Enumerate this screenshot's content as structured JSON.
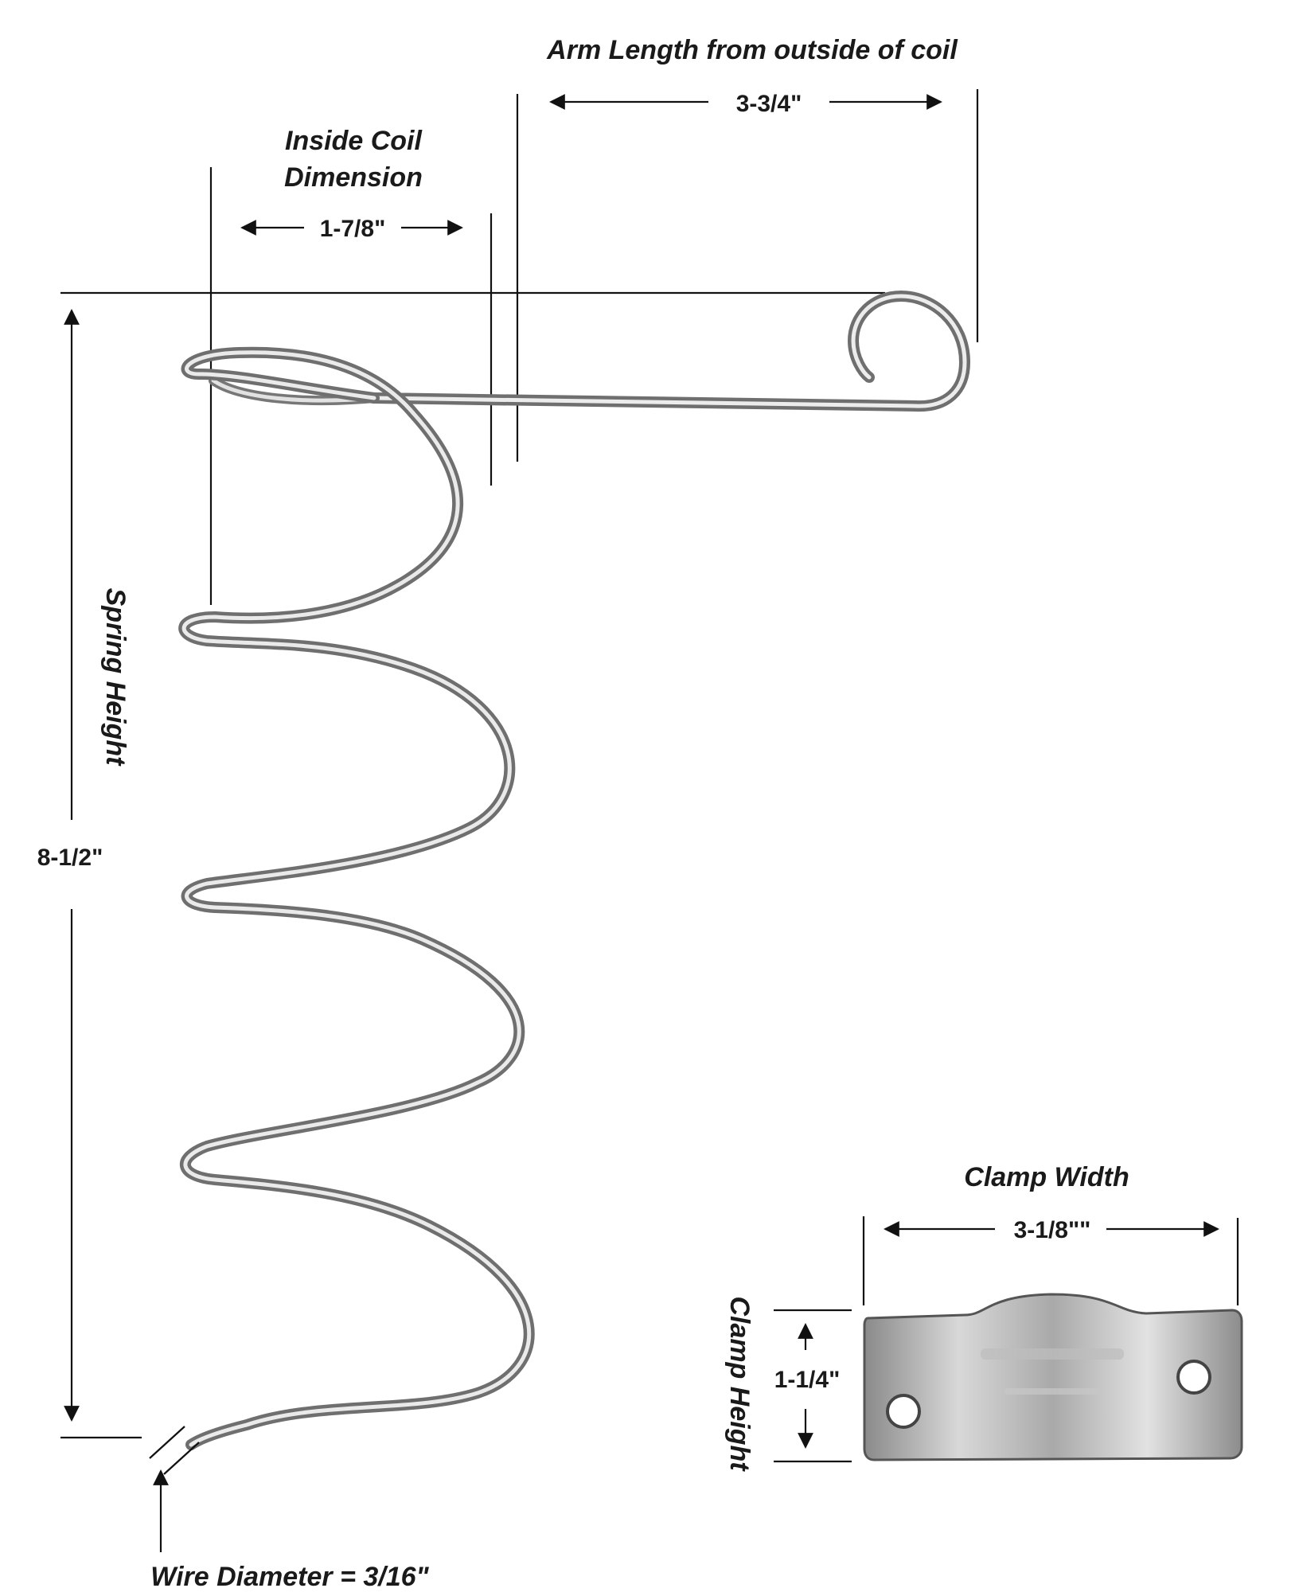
{
  "arm_length": {
    "label": "Arm Length from outside of coil",
    "value": "3-3/4\""
  },
  "inside_coil": {
    "label_line1": "Inside Coil",
    "label_line2": "Dimension",
    "value": "1-7/8\""
  },
  "spring_height": {
    "label": "Spring Height",
    "value": "8-1/2\""
  },
  "wire_diameter": {
    "label": "Wire Diameter = 3/16\""
  },
  "clamp_width": {
    "label": "Clamp Width",
    "value": "3-1/8\"\""
  },
  "clamp_height": {
    "label": "Clamp Height",
    "value": "1-1/4\""
  },
  "colors": {
    "line": "#111111",
    "steel_light": "#e6e6e6",
    "steel_dark": "#6f6f6f"
  }
}
